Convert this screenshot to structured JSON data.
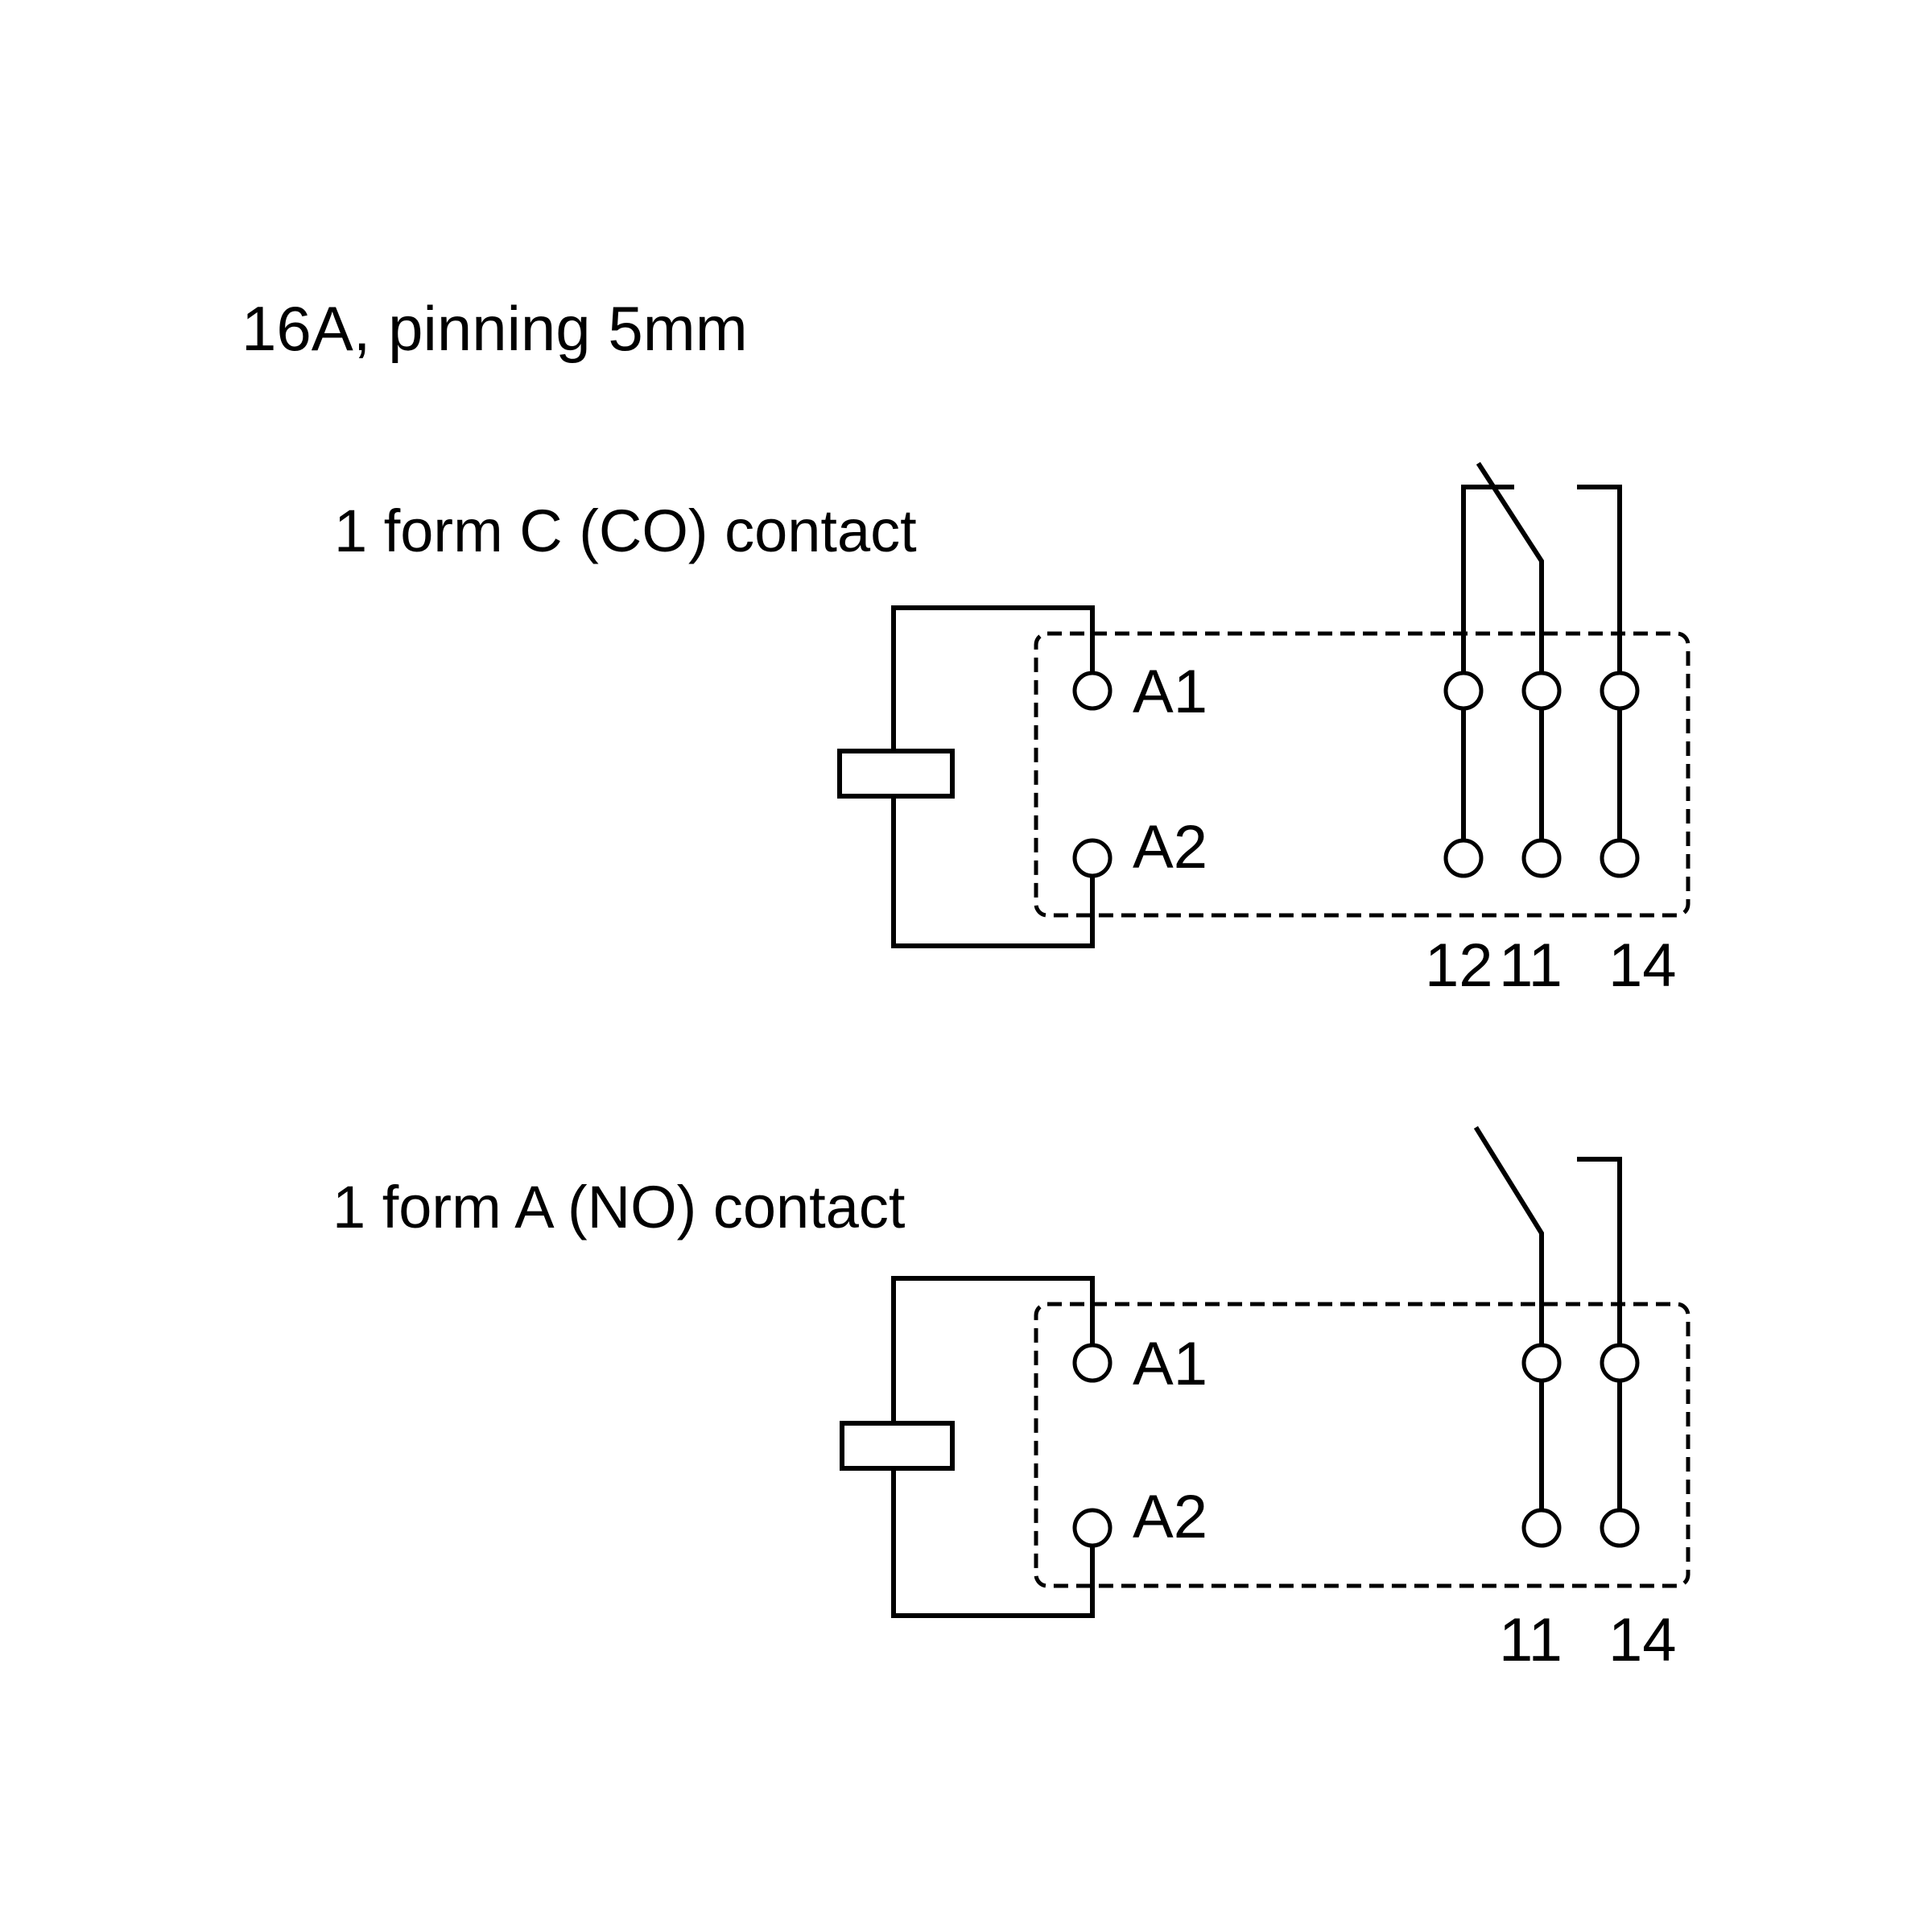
{
  "header": {
    "title": "16A, pinning 5mm"
  },
  "diagrams": [
    {
      "caption": "1 form C (CO) contact",
      "coil_pins": [
        "A1",
        "A2"
      ],
      "contact_terminals": [
        "12",
        "11",
        "14"
      ]
    },
    {
      "caption": "1 form A (NO) contact",
      "coil_pins": [
        "A1",
        "A2"
      ],
      "contact_terminals": [
        "11",
        "14"
      ]
    }
  ],
  "colors": {
    "line": "#000000",
    "background": "#ffffff"
  }
}
